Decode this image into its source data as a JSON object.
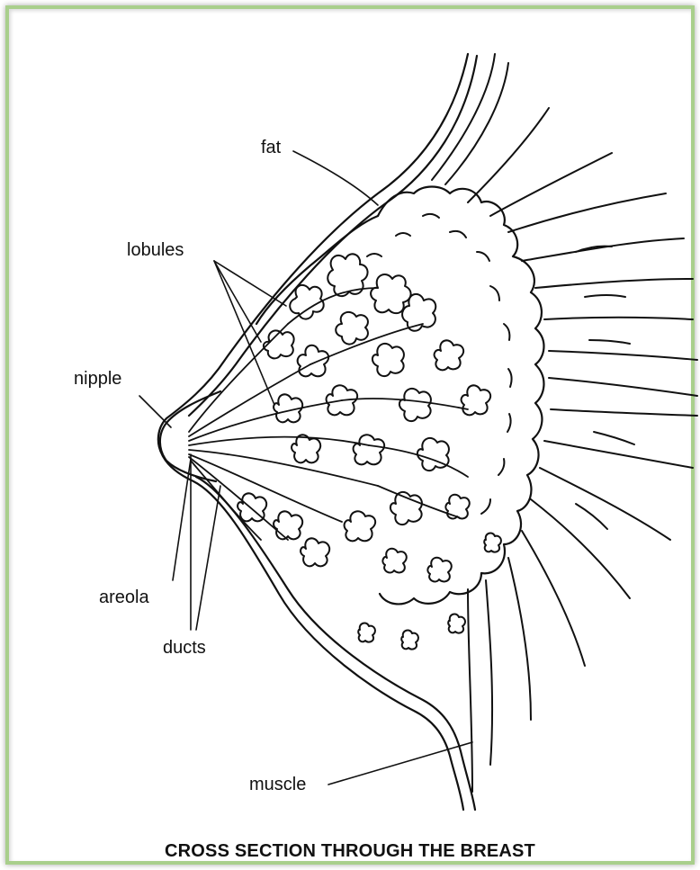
{
  "diagram": {
    "caption": "CROSS SECTION THROUGH THE BREAST",
    "labels": {
      "fat": "fat",
      "lobules": "lobules",
      "nipple": "nipple",
      "areola": "areola",
      "ducts": "ducts",
      "muscle": "muscle"
    },
    "colors": {
      "frame_border": "#a9cf8c",
      "line": "#111111"
    }
  }
}
